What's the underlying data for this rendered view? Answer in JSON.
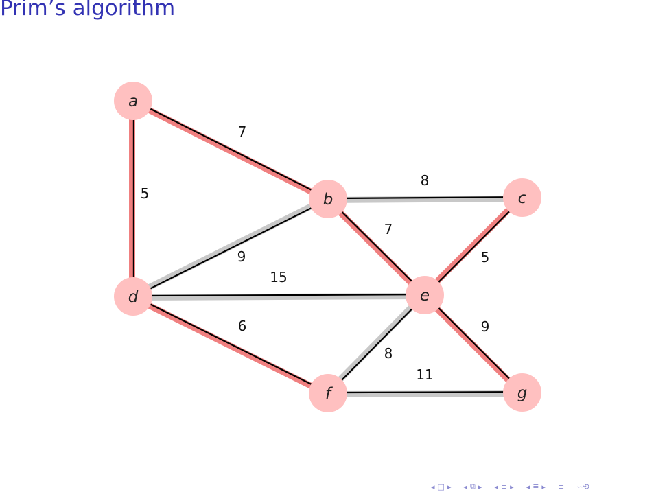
{
  "title": "Prim’s algorithm",
  "colors": {
    "title": "#3333b3",
    "node_fill": "#ffc0c0",
    "tree_edge": "#f08080",
    "candidate_edge": "#c8c8c8",
    "edge_line": "#000000",
    "nav": "#8a8ad0"
  },
  "nodes": [
    {
      "id": "a",
      "label": "a"
    },
    {
      "id": "b",
      "label": "b"
    },
    {
      "id": "c",
      "label": "c"
    },
    {
      "id": "d",
      "label": "d"
    },
    {
      "id": "e",
      "label": "e"
    },
    {
      "id": "f",
      "label": "f"
    },
    {
      "id": "g",
      "label": "g"
    }
  ],
  "edges": [
    {
      "from": "a",
      "to": "b",
      "weight": "7",
      "status": "tree"
    },
    {
      "from": "a",
      "to": "d",
      "weight": "5",
      "status": "tree"
    },
    {
      "from": "b",
      "to": "c",
      "weight": "8",
      "status": "candidate"
    },
    {
      "from": "b",
      "to": "d",
      "weight": "9",
      "status": "candidate"
    },
    {
      "from": "b",
      "to": "e",
      "weight": "7",
      "status": "tree"
    },
    {
      "from": "c",
      "to": "e",
      "weight": "5",
      "status": "tree"
    },
    {
      "from": "d",
      "to": "e",
      "weight": "15",
      "status": "candidate"
    },
    {
      "from": "d",
      "to": "f",
      "weight": "6",
      "status": "tree"
    },
    {
      "from": "e",
      "to": "f",
      "weight": "8",
      "status": "candidate"
    },
    {
      "from": "e",
      "to": "g",
      "weight": "9",
      "status": "tree"
    },
    {
      "from": "f",
      "to": "g",
      "weight": "11",
      "status": "candidate"
    }
  ],
  "nav_icons": [
    "nav-first-arrow",
    "nav-frame-icon",
    "nav-prev-frame-arrow",
    "nav-subsection-icon",
    "nav-section-icon",
    "nav-doc-icon",
    "nav-align-icon",
    "nav-search-icon"
  ]
}
